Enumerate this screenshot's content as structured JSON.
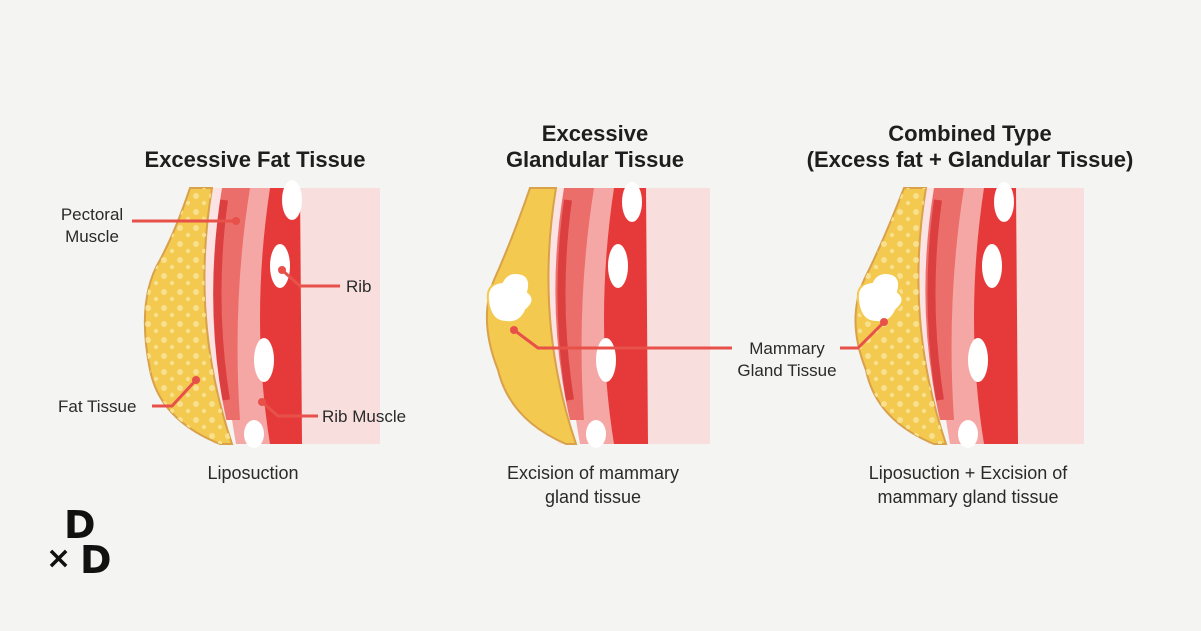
{
  "panels": [
    {
      "title": "Excessive Fat Tissue",
      "caption": "Liposuction"
    },
    {
      "title": "Excessive\nGlandular Tissue",
      "caption": "Excision of mammary\ngland tissue"
    },
    {
      "title": "Combined Type\n(Excess fat + Glandular Tissue)",
      "caption": "Liposuction + Excision of\nmammary gland tissue"
    }
  ],
  "labels": {
    "pectoral_muscle": "Pectoral\nMuscle",
    "rib": "Rib",
    "fat_tissue": "Fat Tissue",
    "rib_muscle": "Rib Muscle",
    "mammary_gland": "Mammary\nGland Tissue"
  },
  "logo": {
    "top": "D",
    "cross": "×",
    "bottom": "D"
  },
  "colors": {
    "background": "#f4f4f3",
    "fat": "#f3c94f",
    "fat_dots": "#f8e08f",
    "muscle_dark": "#dc3f3f",
    "muscle_mid": "#ec6e6a",
    "muscle_light": "#f4a7a4",
    "skin_pink": "#f9dede",
    "outline": "#d9a14a",
    "callout": "#e8504a",
    "bone": "#ffffff"
  }
}
